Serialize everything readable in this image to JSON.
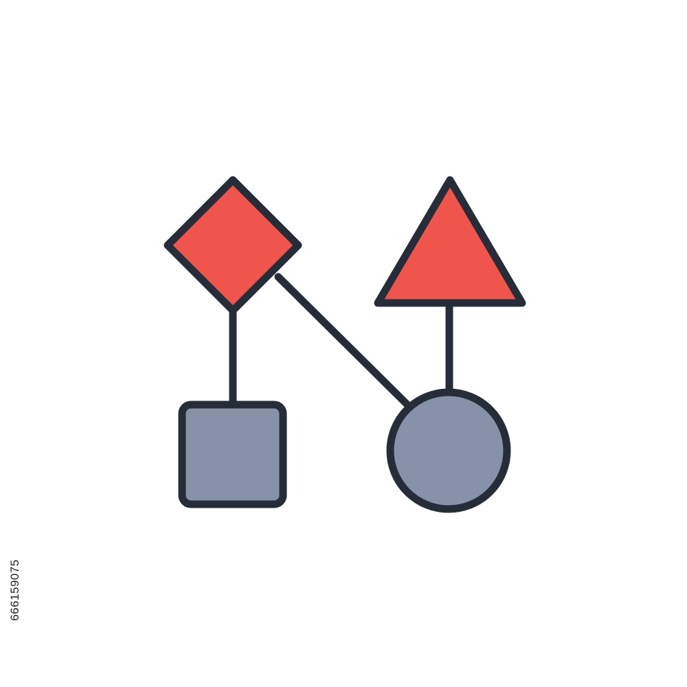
{
  "colors": {
    "background": "#ffffff",
    "outline": "#272d38",
    "accent_red": "#ef554d",
    "muted_gray": "#8791a8"
  },
  "icon": {
    "name": "shapes-network-icon",
    "nodes": [
      {
        "id": "diamond",
        "shape": "diamond",
        "fill": "accent_red"
      },
      {
        "id": "triangle",
        "shape": "triangle",
        "fill": "accent_red"
      },
      {
        "id": "square",
        "shape": "rounded-square",
        "fill": "muted_gray"
      },
      {
        "id": "circle",
        "shape": "circle",
        "fill": "muted_gray"
      }
    ],
    "edges": [
      {
        "from": "diamond",
        "to": "square"
      },
      {
        "from": "diamond",
        "to": "circle"
      },
      {
        "from": "triangle",
        "to": "circle"
      }
    ]
  },
  "watermark": {
    "stock_id": "666159075"
  }
}
